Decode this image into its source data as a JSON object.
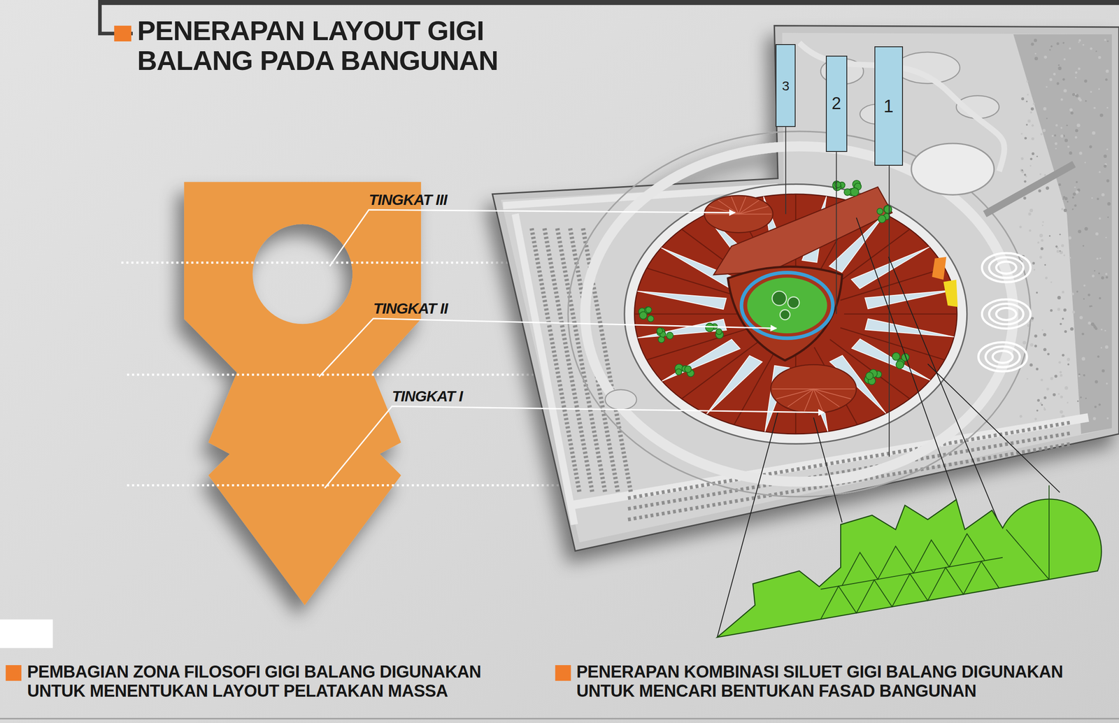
{
  "diagram": {
    "title": "PENERAPAN LAYOUT GIGI BALANG PADA BANGUNAN",
    "nodes": [
      {
        "text": [
          "3"
        ]
      },
      {
        "text": [
          "2"
        ]
      },
      {
        "text": [
          "1"
        ]
      }
    ],
    "labels": [
      "TINGKAT III",
      "TINGKAT II",
      "TINGKAT I",
      "PEMBAGIAN ZONA FILOSOFI GIGI BALANG DIGUNAKAN UNTUK MENENTUKAN LAYOUT PELATAKAN MASSA",
      "PENERAPAN KOMBINASI SILUET GIGI BALANG DIGUNAKAN UNTUK MENCARI BENTUKAN FASAD BANGUNAN"
    ]
  }
}
